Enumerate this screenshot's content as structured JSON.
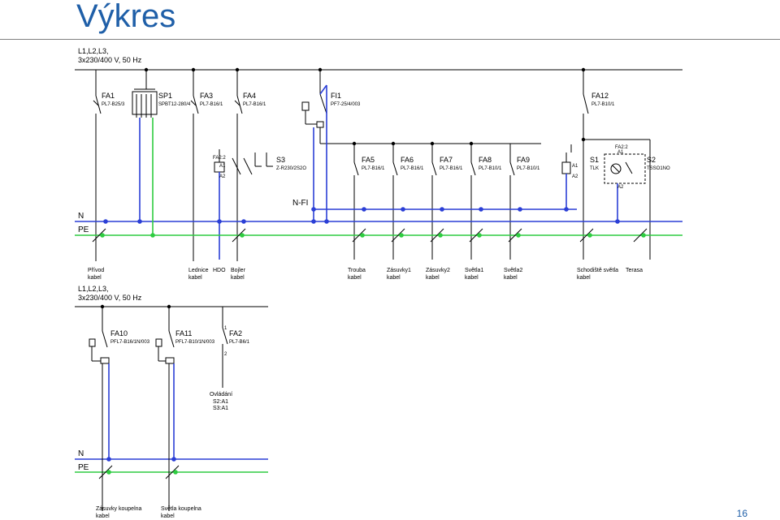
{
  "title": "Výkres",
  "page_number": "16",
  "colors": {
    "title": "#1f5fa8",
    "neutral": "#2b3fd6",
    "pe": "#2ecc40",
    "wire": "#000000"
  },
  "diagram1": {
    "supply": [
      "L1,L2,L3,",
      "3x230/400 V, 50 Hz"
    ],
    "bus_n": "N",
    "bus_pe": "PE",
    "nfi": "N-FI",
    "devices": [
      {
        "name": "FA1",
        "spec": "PL7-B25/3"
      },
      {
        "name": "SP1",
        "spec": "SPBT12-280/4"
      },
      {
        "name": "FA3",
        "spec": "PL7-B16/1"
      },
      {
        "name": "FA4",
        "spec": "PL7-B16/1"
      },
      {
        "name": "FI1",
        "spec": "PF7-25/4/003"
      },
      {
        "name": "FA12",
        "spec": "PL7-B10/1"
      },
      {
        "name": "S3",
        "spec": "Z-R230/2S2O"
      },
      {
        "name": "FA5",
        "spec": "PL7-B16/1"
      },
      {
        "name": "FA6",
        "spec": "PL7-B16/1"
      },
      {
        "name": "FA7",
        "spec": "PL7-B16/1"
      },
      {
        "name": "FA8",
        "spec": "PL7-B10/1"
      },
      {
        "name": "FA9",
        "spec": "PL7-B10/1"
      },
      {
        "name": "S1",
        "spec": "TLK"
      },
      {
        "name": "S2",
        "spec": "TSSO1NO"
      }
    ],
    "coil_labels": {
      "fa22_left": "FA2:2",
      "fa22_right": "FA2:2",
      "a1": "A1",
      "a2": "A2"
    },
    "outputs": [
      {
        "line1": "Přívod",
        "line2": "kabel"
      },
      {
        "line1": "Lednice",
        "line2": "kabel"
      },
      {
        "line1": "HDO",
        "line2": ""
      },
      {
        "line1": "Bojler",
        "line2": "kabel"
      },
      {
        "line1": "Trouba",
        "line2": "kabel"
      },
      {
        "line1": "Zásuvky1",
        "line2": "kabel"
      },
      {
        "line1": "Zásuvky2",
        "line2": "kabel"
      },
      {
        "line1": "Světla1",
        "line2": "kabel"
      },
      {
        "line1": "Světla2",
        "line2": "kabel"
      },
      {
        "line1": "Schodiště světla",
        "line2": "kabel"
      },
      {
        "line1": "Terasa",
        "line2": ""
      }
    ]
  },
  "diagram2": {
    "supply": [
      "L1,L2,L3,",
      "3x230/400 V, 50 Hz"
    ],
    "bus_n": "N",
    "bus_pe": "PE",
    "devices": [
      {
        "name": "FA10",
        "spec": "PFL7-B16/1N/003"
      },
      {
        "name": "FA11",
        "spec": "PFL7-B10/1N/003"
      },
      {
        "name": "FA2",
        "spec": "PL7-B6/1"
      }
    ],
    "terminal_1": "1",
    "terminal_2": "2",
    "control": [
      "Ovládání",
      "S2:A1",
      "S3:A1"
    ],
    "outputs": [
      {
        "line1": "Zásuvky koupelna",
        "line2": "kabel"
      },
      {
        "line1": "Světla koupelna",
        "line2": "kabel"
      }
    ]
  }
}
